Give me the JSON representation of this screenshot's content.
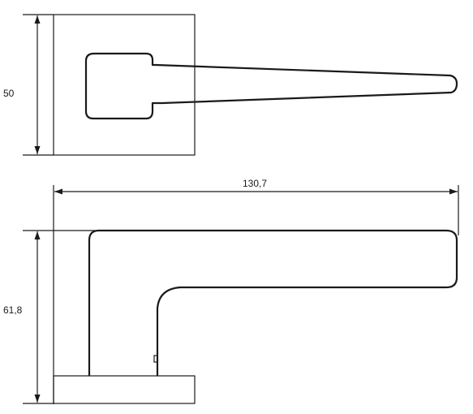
{
  "dimensions": {
    "rose_size": "50",
    "overall_length": "130,7",
    "overall_height": "61,8"
  }
}
